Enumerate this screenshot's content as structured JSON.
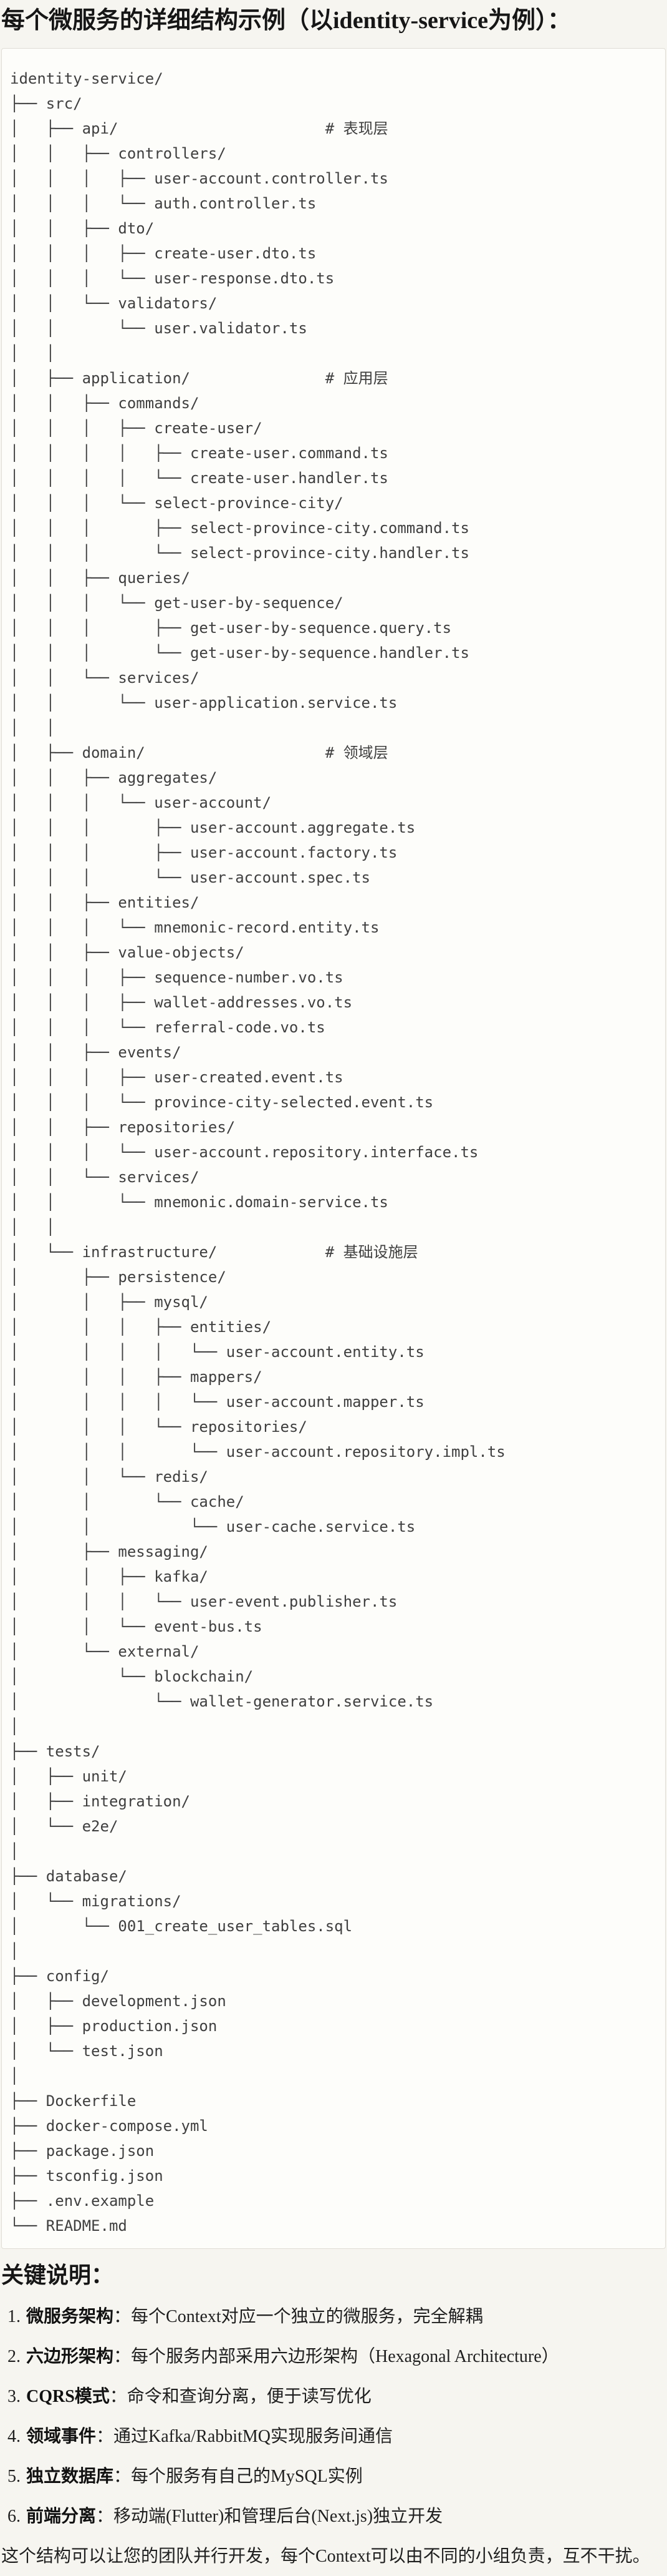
{
  "page": {
    "title": "每个微服务的详细结构示例（以identity-service为例）：",
    "tree": {
      "lines": [
        "identity-service/",
        "├── src/",
        "│   ├── api/                       # 表现层",
        "│   │   ├── controllers/",
        "│   │   │   ├── user-account.controller.ts",
        "│   │   │   └── auth.controller.ts",
        "│   │   ├── dto/",
        "│   │   │   ├── create-user.dto.ts",
        "│   │   │   └── user-response.dto.ts",
        "│   │   └── validators/",
        "│   │       └── user.validator.ts",
        "│   │",
        "│   ├── application/               # 应用层",
        "│   │   ├── commands/",
        "│   │   │   ├── create-user/",
        "│   │   │   │   ├── create-user.command.ts",
        "│   │   │   │   └── create-user.handler.ts",
        "│   │   │   └── select-province-city/",
        "│   │   │       ├── select-province-city.command.ts",
        "│   │   │       └── select-province-city.handler.ts",
        "│   │   ├── queries/",
        "│   │   │   └── get-user-by-sequence/",
        "│   │   │       ├── get-user-by-sequence.query.ts",
        "│   │   │       └── get-user-by-sequence.handler.ts",
        "│   │   └── services/",
        "│   │       └── user-application.service.ts",
        "│   │",
        "│   ├── domain/                    # 领域层",
        "│   │   ├── aggregates/",
        "│   │   │   └── user-account/",
        "│   │   │       ├── user-account.aggregate.ts",
        "│   │   │       ├── user-account.factory.ts",
        "│   │   │       └── user-account.spec.ts",
        "│   │   ├── entities/",
        "│   │   │   └── mnemonic-record.entity.ts",
        "│   │   ├── value-objects/",
        "│   │   │   ├── sequence-number.vo.ts",
        "│   │   │   ├── wallet-addresses.vo.ts",
        "│   │   │   └── referral-code.vo.ts",
        "│   │   ├── events/",
        "│   │   │   ├── user-created.event.ts",
        "│   │   │   └── province-city-selected.event.ts",
        "│   │   ├── repositories/",
        "│   │   │   └── user-account.repository.interface.ts",
        "│   │   └── services/",
        "│   │       └── mnemonic.domain-service.ts",
        "│   │",
        "│   └── infrastructure/            # 基础设施层",
        "│       ├── persistence/",
        "│       │   ├── mysql/",
        "│       │   │   ├── entities/",
        "│       │   │   │   └── user-account.entity.ts",
        "│       │   │   ├── mappers/",
        "│       │   │   │   └── user-account.mapper.ts",
        "│       │   │   └── repositories/",
        "│       │   │       └── user-account.repository.impl.ts",
        "│       │   └── redis/",
        "│       │       └── cache/",
        "│       │           └── user-cache.service.ts",
        "│       ├── messaging/",
        "│       │   ├── kafka/",
        "│       │   │   └── user-event.publisher.ts",
        "│       │   └── event-bus.ts",
        "│       └── external/",
        "│           └── blockchain/",
        "│               └── wallet-generator.service.ts",
        "│",
        "├── tests/",
        "│   ├── unit/",
        "│   ├── integration/",
        "│   └── e2e/",
        "│",
        "├── database/",
        "│   └── migrations/",
        "│       └── 001_create_user_tables.sql",
        "│",
        "├── config/",
        "│   ├── development.json",
        "│   ├── production.json",
        "│   └── test.json",
        "│",
        "├── Dockerfile",
        "├── docker-compose.yml",
        "├── package.json",
        "├── tsconfig.json",
        "├── .env.example",
        "└── README.md"
      ]
    },
    "notes": {
      "heading": "关键说明：",
      "items": [
        {
          "num": "1.",
          "label": "微服务架构",
          "text": "：每个Context对应一个独立的微服务，完全解耦"
        },
        {
          "num": "2.",
          "label": "六边形架构",
          "text": "：每个服务内部采用六边形架构（Hexagonal Architecture）"
        },
        {
          "num": "3.",
          "label": "CQRS模式",
          "text": "：命令和查询分离，便于读写优化"
        },
        {
          "num": "4.",
          "label": "领域事件",
          "text": "：通过Kafka/RabbitMQ实现服务间通信"
        },
        {
          "num": "5.",
          "label": "独立数据库",
          "text": "：每个服务有自己的MySQL实例"
        },
        {
          "num": "6.",
          "label": "前端分离",
          "text": "：移动端(Flutter)和管理后台(Next.js)独立开发"
        }
      ],
      "footer": "这个结构可以让您的团队并行开发，每个Context可以由不同的小组负责，互不干扰。"
    }
  }
}
